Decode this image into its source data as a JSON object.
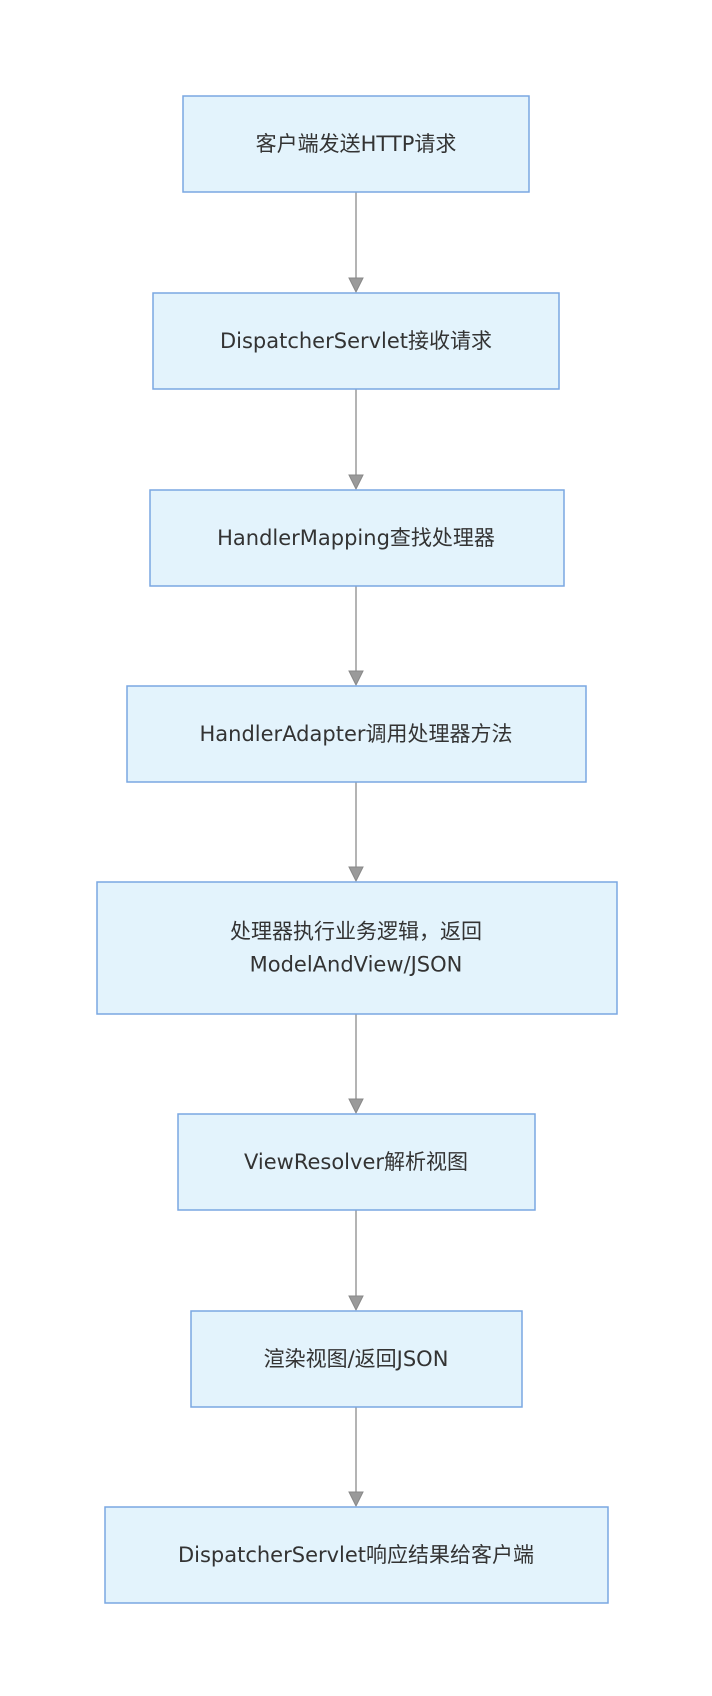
{
  "flowchart": {
    "direction": "top-to-bottom",
    "node_fill": "#e3f3fc",
    "node_border": "#7aa7e2",
    "edge_color": "#9a9a9a",
    "text_color": "#333333",
    "nodes": [
      {
        "id": "client-send",
        "lines": [
          "客户端发送HTTP请求"
        ]
      },
      {
        "id": "dispatcher-receive",
        "lines": [
          "DispatcherServlet接收请求"
        ]
      },
      {
        "id": "handler-mapping",
        "lines": [
          "HandlerMapping查找处理器"
        ]
      },
      {
        "id": "handler-adapter",
        "lines": [
          "HandlerAdapter调用处理器方法"
        ]
      },
      {
        "id": "handler-execute",
        "lines": [
          "处理器执行业务逻辑，返回",
          "ModelAndView/JSON"
        ]
      },
      {
        "id": "view-resolver",
        "lines": [
          "ViewResolver解析视图"
        ]
      },
      {
        "id": "render",
        "lines": [
          "渲染视图/返回JSON"
        ]
      },
      {
        "id": "dispatcher-respond",
        "lines": [
          "DispatcherServlet响应结果给客户端"
        ]
      }
    ],
    "edges": [
      {
        "from": "client-send",
        "to": "dispatcher-receive"
      },
      {
        "from": "dispatcher-receive",
        "to": "handler-mapping"
      },
      {
        "from": "handler-mapping",
        "to": "handler-adapter"
      },
      {
        "from": "handler-adapter",
        "to": "handler-execute"
      },
      {
        "from": "handler-execute",
        "to": "view-resolver"
      },
      {
        "from": "view-resolver",
        "to": "render"
      },
      {
        "from": "render",
        "to": "dispatcher-respond"
      }
    ]
  }
}
